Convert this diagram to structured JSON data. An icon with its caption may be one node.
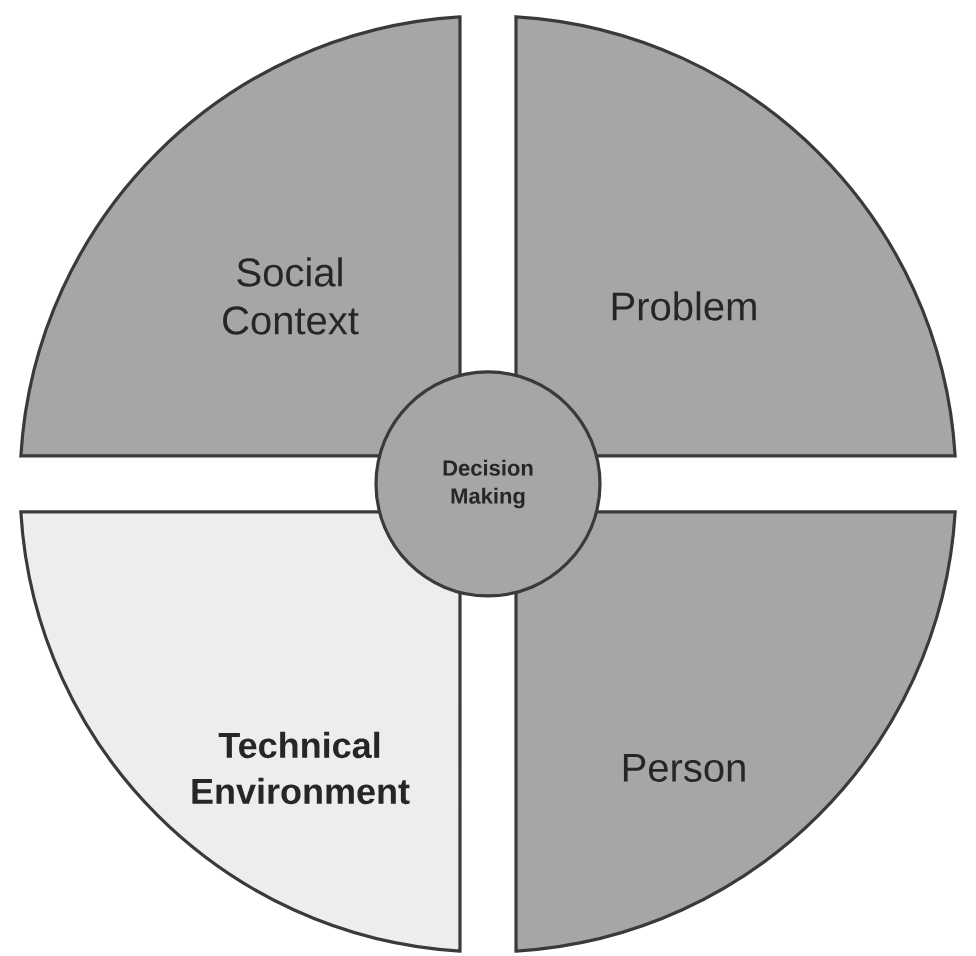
{
  "diagram": {
    "nodes": [
      {
        "text": [
          "Social Context"
        ]
      },
      {
        "text": [
          "Problem"
        ]
      },
      {
        "text": [
          "Decision Making"
        ]
      },
      {
        "text": [
          "Technical Environment"
        ]
      },
      {
        "text": [
          "Person"
        ]
      }
    ]
  }
}
